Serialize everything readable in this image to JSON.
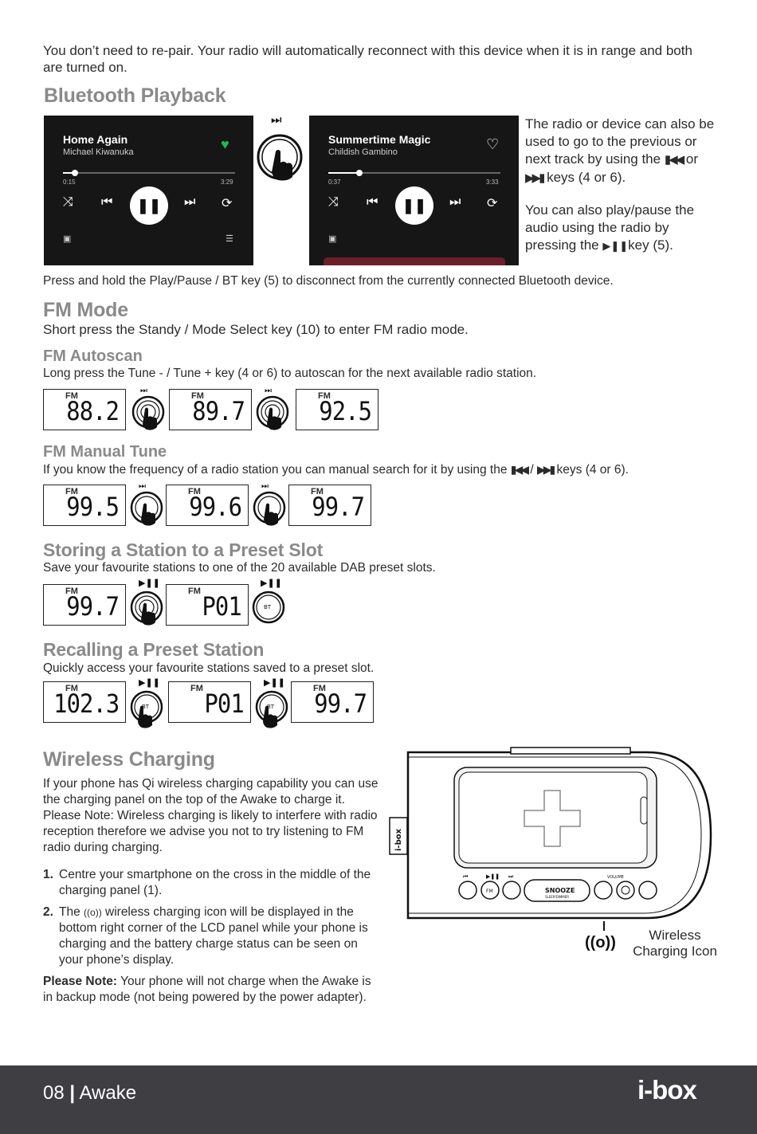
{
  "intro_text": "You don’t need to re-pair.  Your radio will automatically reconnect with this device when it is in range and both are turned on.",
  "bluetooth": {
    "heading": "Bluetooth Playback",
    "player1": {
      "title": "Home Again",
      "artist": "Michael Kiwanuka",
      "elapsed": "0:15",
      "total": "3:29",
      "progress": 0.07
    },
    "player2": {
      "title": "Summertime Magic",
      "artist": "Childish Gambino",
      "elapsed": "0:37",
      "total": "3:33",
      "progress": 0.18
    },
    "side_text_1a": "The radio or device can also be used to go to the previous or next track by using the",
    "side_or": "or",
    "side_text_1b": "keys (4 or 6).",
    "side_text_2a": "You can also play/pause the audio using the radio by pressing the",
    "side_text_2b": "key (5).",
    "hold_text": "Press and hold the Play/Pause / BT key (5) to disconnect from the currently connected Bluetooth device."
  },
  "fm_mode": {
    "heading": "FM Mode",
    "text": "Short press the Standy / Mode Select key (10) to enter FM radio mode."
  },
  "fm_autoscan": {
    "heading": "FM Autoscan",
    "text": "Long press the Tune - / Tune + key (4 or 6) to autoscan for the next available radio station.",
    "displays": [
      "88.2",
      "89.7",
      "92.5"
    ]
  },
  "fm_manual": {
    "heading": "FM Manual Tune",
    "text_a": "If you know the frequency of a radio station you can manual search for it by using the",
    "slash": "/",
    "text_b": "keys (4 or 6).",
    "displays": [
      "99.5",
      "99.6",
      "99.7"
    ]
  },
  "storing": {
    "heading": "Storing a Station to a Preset Slot",
    "text": "Save your favourite stations to one of the 20 available DAB preset slots.",
    "displays": [
      "99.7",
      "P01"
    ]
  },
  "recalling": {
    "heading": "Recalling a Preset Station",
    "text": "Quickly access your favourite stations saved to a preset slot.",
    "displays": [
      "102.3",
      "P01",
      "99.7"
    ]
  },
  "lcd_band_label": "FM",
  "bt_label": "BT",
  "wireless": {
    "heading": "Wireless Charging",
    "para": "If your phone has Qi wireless charging capability you can use the charging panel on the top of the Awake to charge it. Please Note: Wireless charging is likely to interfere with radio reception therefore we advise you not to try listening to FM radio during charging.",
    "item1_num": "1.",
    "item1": "Centre your smartphone on the cross in the middle of the charging panel (1).",
    "item2_num": "2.",
    "item2_a": "The",
    "item2_b": "wireless charging icon will be displayed in the bottom right corner of the LCD panel while your phone is charging and the battery charge status can be seen on your phone’s display.",
    "note_label": "Please Note:",
    "note_text": "Your phone will not charge when the Awake is in backup mode (not being powered by the power adapter).",
    "icon_caption_1": "Wireless",
    "icon_caption_2": "Charging Icon",
    "device_brand": "i-box",
    "snooze_label": "SNOOZE",
    "snooze_sub": "SLEEP/DIMMER",
    "volume_label": "VOLUME",
    "fm_btn": "FM"
  },
  "footer": {
    "page_num": "08",
    "separator": "|",
    "product": "Awake",
    "brand": "i-box"
  },
  "colors": {
    "heading_gray": "#8a8a8a",
    "footer_bg": "#3f3f43",
    "heart_green": "#1db954"
  }
}
